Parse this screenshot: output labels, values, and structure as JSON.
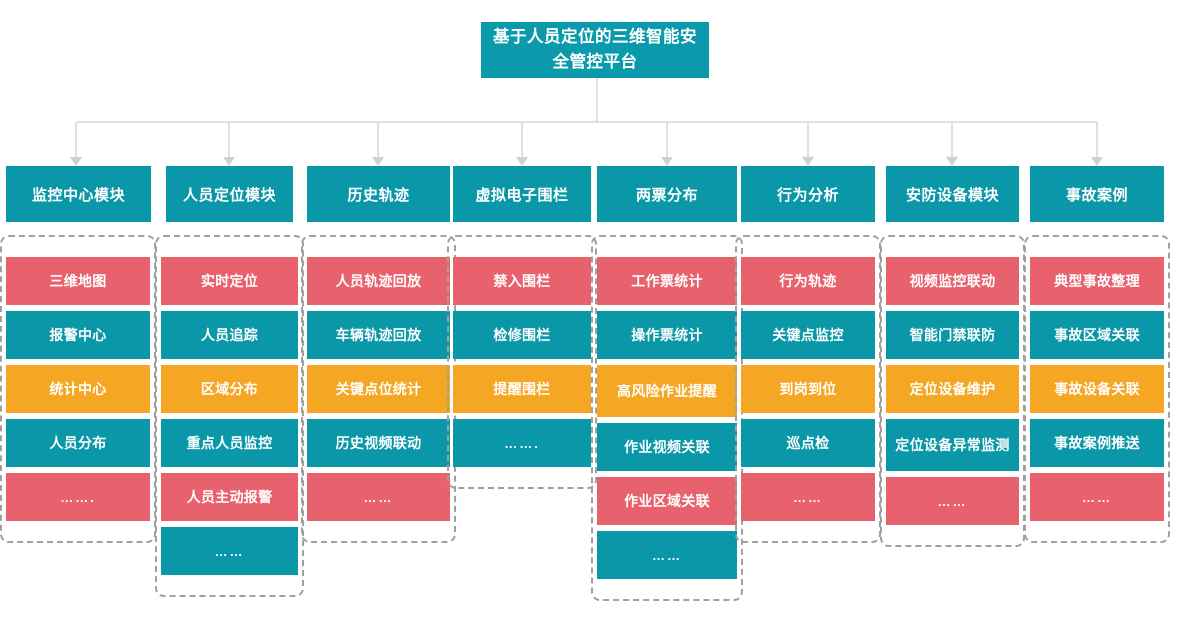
{
  "colors": {
    "teal": "#0a97a8",
    "red": "#e8626e",
    "orange": "#f5a623",
    "connector": "#d9d9d9",
    "dash_border": "#a0a0a0",
    "text_on_fill": "#ffffff"
  },
  "root": {
    "title": "基于人员定位的三维智能安全管控平台"
  },
  "diagram": {
    "type": "hierarchy-tree",
    "levels": 3,
    "branch_count": 8
  },
  "columns": [
    {
      "id": "monitor-center",
      "header": "监控中心模块",
      "items": [
        {
          "label": "三维地图",
          "color": "red",
          "lines": 1
        },
        {
          "label": "报警中心",
          "color": "teal",
          "lines": 1
        },
        {
          "label": "统计中心",
          "color": "orange",
          "lines": 1
        },
        {
          "label": "人员分布",
          "color": "teal",
          "lines": 1
        },
        {
          "label": "…….",
          "color": "red",
          "lines": 1,
          "is_ellipsis": true
        }
      ]
    },
    {
      "id": "personnel-positioning",
      "header": "人员定位模块",
      "items": [
        {
          "label": "实时定位",
          "color": "red",
          "lines": 1
        },
        {
          "label": "人员追踪",
          "color": "teal",
          "lines": 1
        },
        {
          "label": "区域分布",
          "color": "orange",
          "lines": 1
        },
        {
          "label": "重点人员监控",
          "color": "teal",
          "lines": 1
        },
        {
          "label": "人员主动报警",
          "color": "red",
          "lines": 1
        },
        {
          "label": "……",
          "color": "teal",
          "lines": 1,
          "is_ellipsis": true
        }
      ]
    },
    {
      "id": "history-track",
      "header": "历史轨迹",
      "items": [
        {
          "label": "人员轨迹回放",
          "color": "red",
          "lines": 1
        },
        {
          "label": "车辆轨迹回放",
          "color": "teal",
          "lines": 1
        },
        {
          "label": "关键点位统计",
          "color": "orange",
          "lines": 1
        },
        {
          "label": "历史视频联动",
          "color": "teal",
          "lines": 1
        },
        {
          "label": "……",
          "color": "red",
          "lines": 1,
          "is_ellipsis": true
        }
      ]
    },
    {
      "id": "virtual-fence",
      "header": "虚拟电子围栏",
      "items": [
        {
          "label": "禁入围栏",
          "color": "red",
          "lines": 1
        },
        {
          "label": "检修围栏",
          "color": "teal",
          "lines": 1
        },
        {
          "label": "提醒围栏",
          "color": "orange",
          "lines": 1
        },
        {
          "label": "…….",
          "color": "teal",
          "lines": 1,
          "is_ellipsis": true
        }
      ]
    },
    {
      "id": "two-tickets",
      "header": "两票分布",
      "items": [
        {
          "label": "工作票统计",
          "color": "red",
          "lines": 1
        },
        {
          "label": "操作票统计",
          "color": "teal",
          "lines": 1
        },
        {
          "label": "高风险作业提醒",
          "color": "orange",
          "lines": 2
        },
        {
          "label": "作业视频关联",
          "color": "teal",
          "lines": 1
        },
        {
          "label": "作业区域关联",
          "color": "red",
          "lines": 1
        },
        {
          "label": "……",
          "color": "teal",
          "lines": 1,
          "is_ellipsis": true
        }
      ]
    },
    {
      "id": "behaviour-analysis",
      "header": "行为分析",
      "items": [
        {
          "label": "行为轨迹",
          "color": "red",
          "lines": 1
        },
        {
          "label": "关键点监控",
          "color": "teal",
          "lines": 1
        },
        {
          "label": "到岗到位",
          "color": "orange",
          "lines": 1
        },
        {
          "label": "巡点检",
          "color": "teal",
          "lines": 1
        },
        {
          "label": "……",
          "color": "red",
          "lines": 1,
          "is_ellipsis": true
        }
      ]
    },
    {
      "id": "security-device",
      "header": "安防设备模块",
      "items": [
        {
          "label": "视频监控联动",
          "color": "red",
          "lines": 1
        },
        {
          "label": "智能门禁联防",
          "color": "teal",
          "lines": 1
        },
        {
          "label": "定位设备维护",
          "color": "orange",
          "lines": 1
        },
        {
          "label": "定位设备异常监测",
          "color": "teal",
          "lines": 2
        },
        {
          "label": "……",
          "color": "red",
          "lines": 1,
          "is_ellipsis": true
        }
      ]
    },
    {
      "id": "accident-case",
      "header": "事故案例",
      "items": [
        {
          "label": "典型事故整理",
          "color": "red",
          "lines": 1
        },
        {
          "label": "事故区域关联",
          "color": "teal",
          "lines": 1
        },
        {
          "label": "事故设备关联",
          "color": "orange",
          "lines": 1
        },
        {
          "label": "事故案例推送",
          "color": "teal",
          "lines": 1
        },
        {
          "label": "……",
          "color": "red",
          "lines": 1,
          "is_ellipsis": true
        }
      ]
    }
  ]
}
